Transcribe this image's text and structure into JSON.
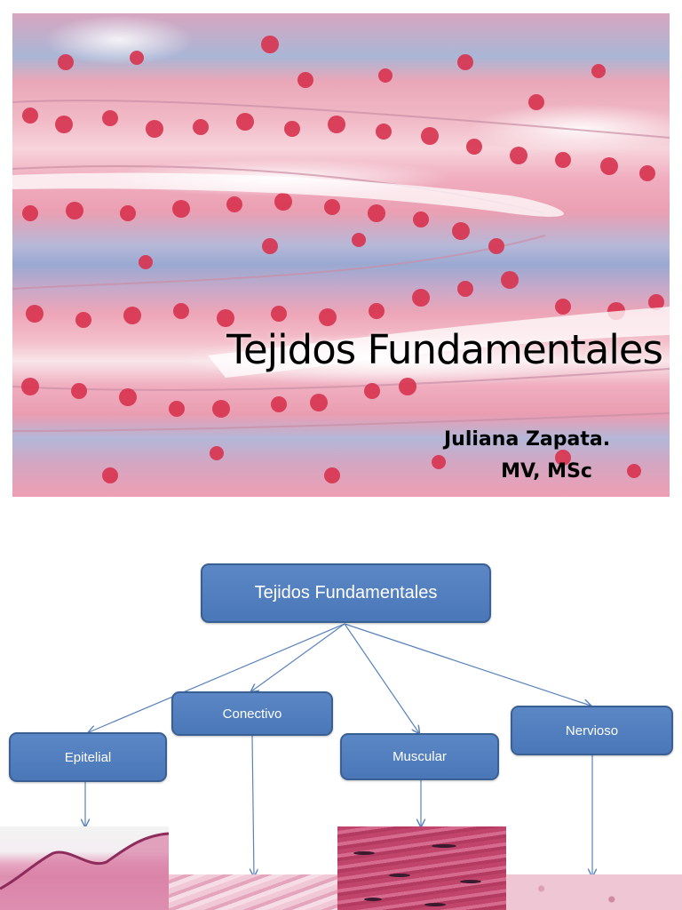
{
  "slide1": {
    "title": "Tejidos Fundamentales",
    "author_line1": "Juliana Zapata.",
    "author_line2": "MV, MSc"
  },
  "diagram": {
    "root": "Tejidos Fundamentales",
    "children": {
      "conectivo": "Conectivo",
      "epitelial": "Epitelial",
      "muscular": "Muscular",
      "nervioso": "Nervioso"
    }
  }
}
